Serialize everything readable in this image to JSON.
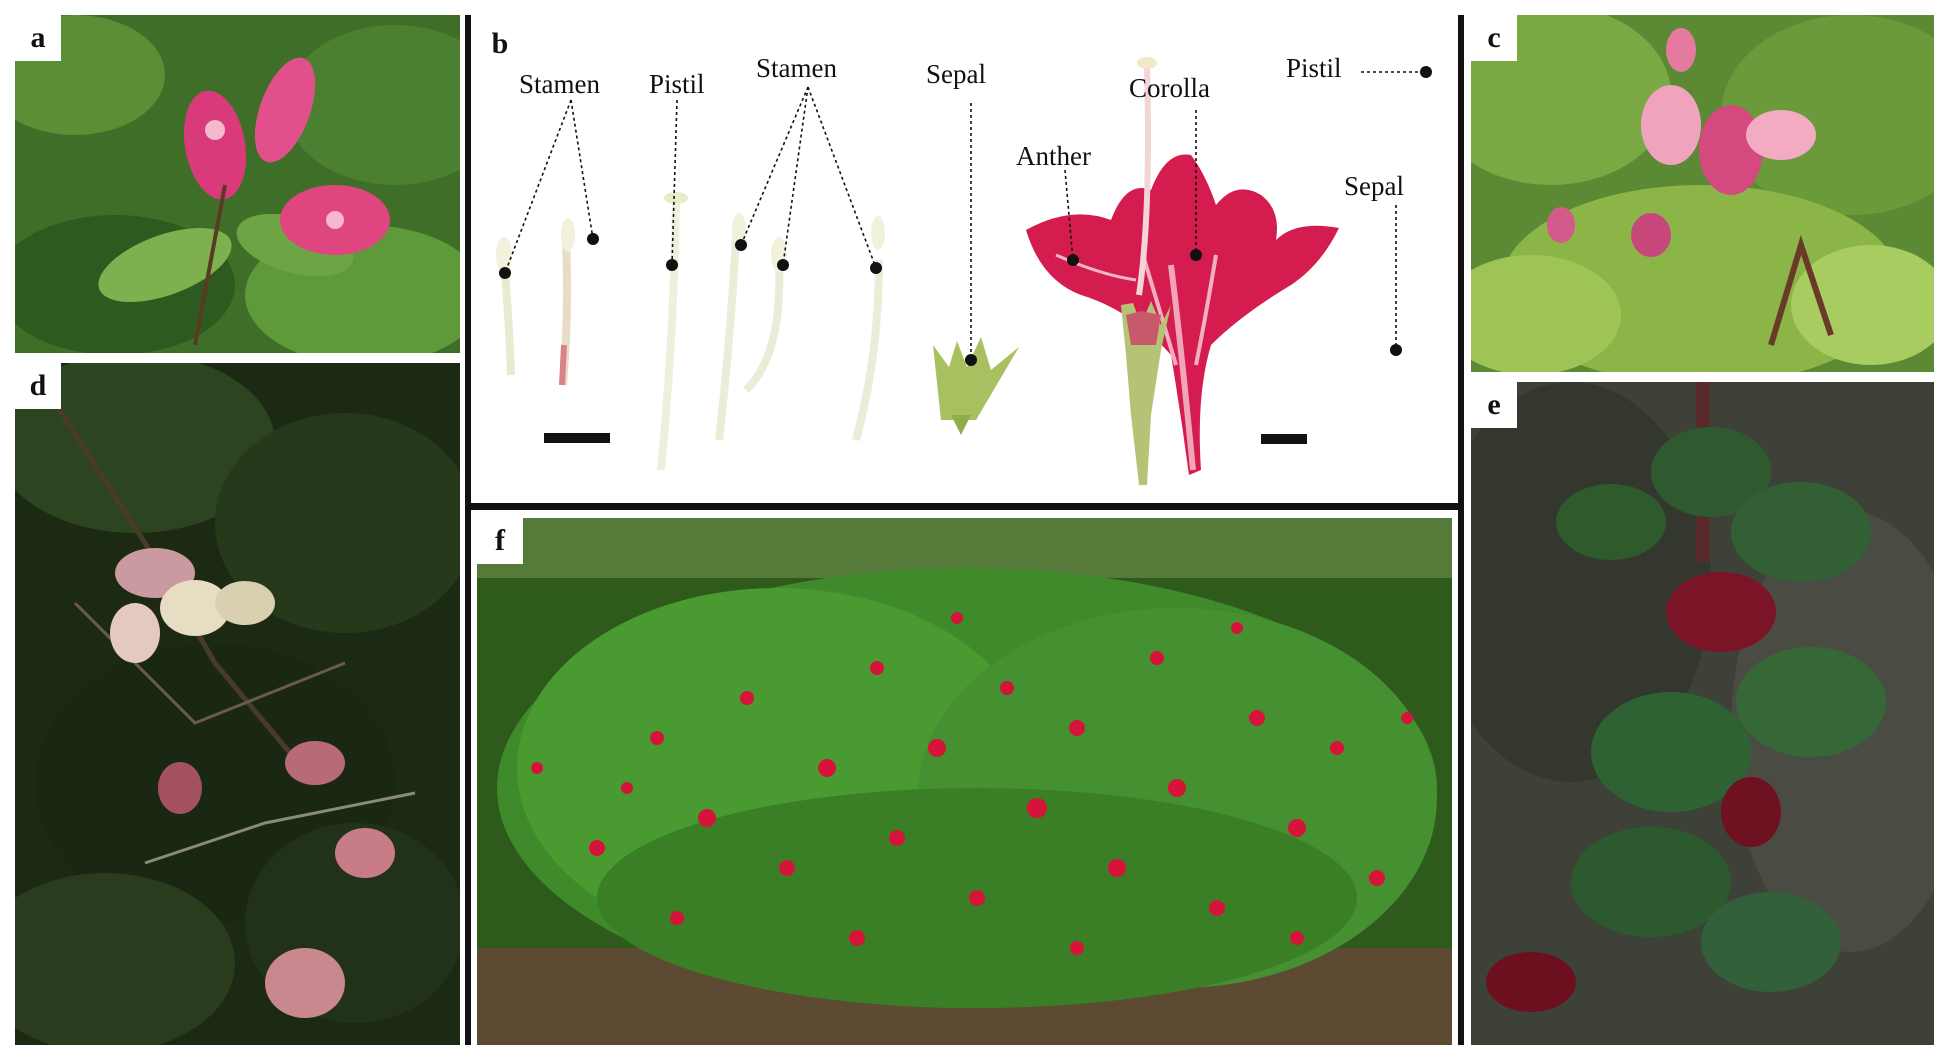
{
  "panels": {
    "a": {
      "label": "a"
    },
    "b": {
      "label": "b"
    },
    "c": {
      "label": "c"
    },
    "d": {
      "label": "d"
    },
    "e": {
      "label": "e"
    },
    "f": {
      "label": "f"
    }
  },
  "diagram": {
    "stamen_left": "Stamen",
    "pistil_left": "Pistil",
    "stamen_right": "Stamen",
    "sepal_left": "Sepal",
    "corolla": "Corolla",
    "anther": "Anther",
    "pistil_right": "Pistil",
    "sepal_right": "Sepal"
  },
  "colors": {
    "foliage": "#3f7a2a",
    "flower_pink": "#e0457e",
    "flower_red": "#c8163a",
    "flower_dark": "#7a1426"
  }
}
